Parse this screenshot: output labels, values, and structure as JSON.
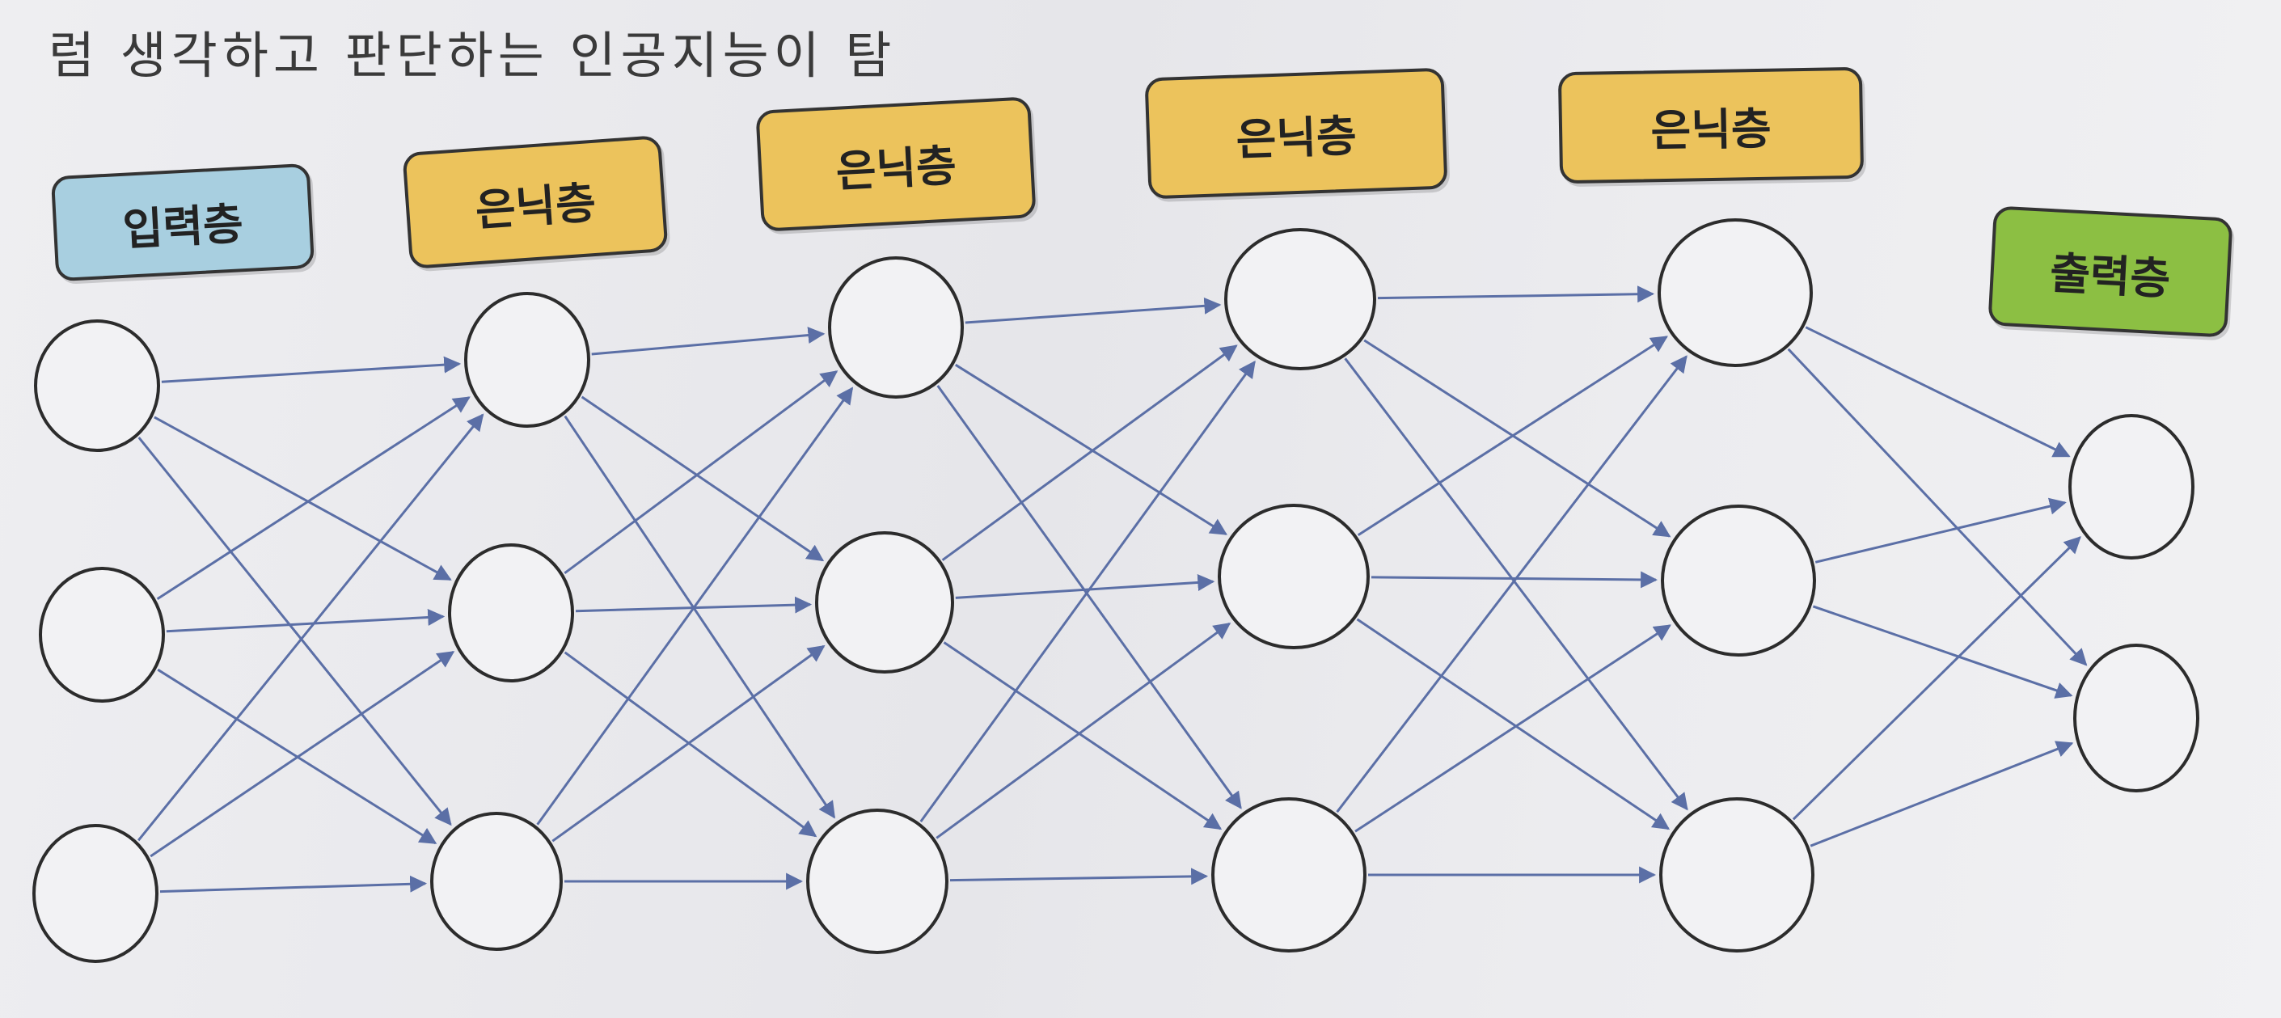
{
  "caption": "럼 생각하고 판단하는 인공지능이 탐",
  "colors": {
    "input": "#a8cfe0",
    "hidden": "#ecc35c",
    "output": "#8cbf43",
    "arrow": "#5b6fa6",
    "node_stroke": "#2c2c2c",
    "node_fill": "#f2f2f4"
  },
  "layers": [
    {
      "id": "input",
      "label": "입력층",
      "kind": "input",
      "nodes": 3
    },
    {
      "id": "hidden-1",
      "label": "은닉층",
      "kind": "hidden",
      "nodes": 3
    },
    {
      "id": "hidden-2",
      "label": "은닉층",
      "kind": "hidden",
      "nodes": 3
    },
    {
      "id": "hidden-3",
      "label": "은닉층",
      "kind": "hidden",
      "nodes": 3
    },
    {
      "id": "hidden-4",
      "label": "은닉층",
      "kind": "hidden",
      "nodes": 3
    },
    {
      "id": "output",
      "label": "출력층",
      "kind": "output",
      "nodes": 2
    }
  ]
}
